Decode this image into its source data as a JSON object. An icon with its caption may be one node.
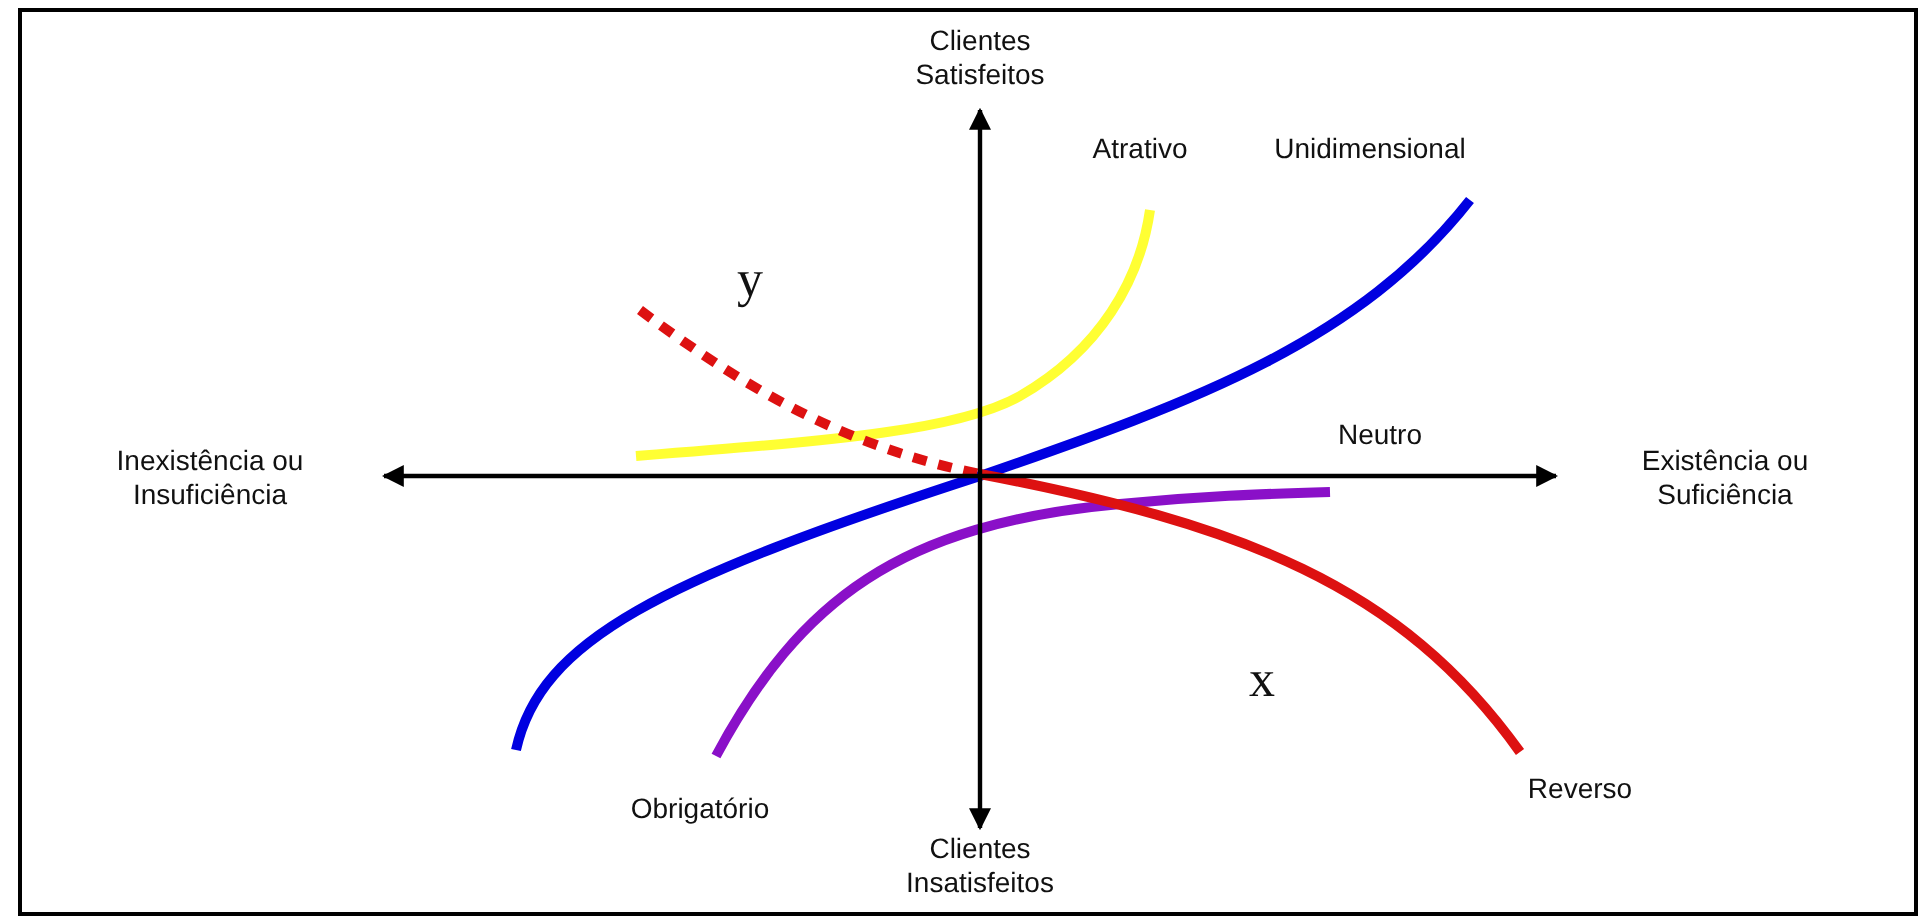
{
  "diagram": {
    "labels": [
      "Clientes Satisfeitos",
      "Atrativo",
      "Unidimensional",
      "y",
      "Inexistência ou Insuficiência",
      "Neutro",
      "Existência ou Suficiência",
      "x",
      "Obrigatório",
      "Clientes Insatisfeitos",
      "Reverso"
    ]
  }
}
